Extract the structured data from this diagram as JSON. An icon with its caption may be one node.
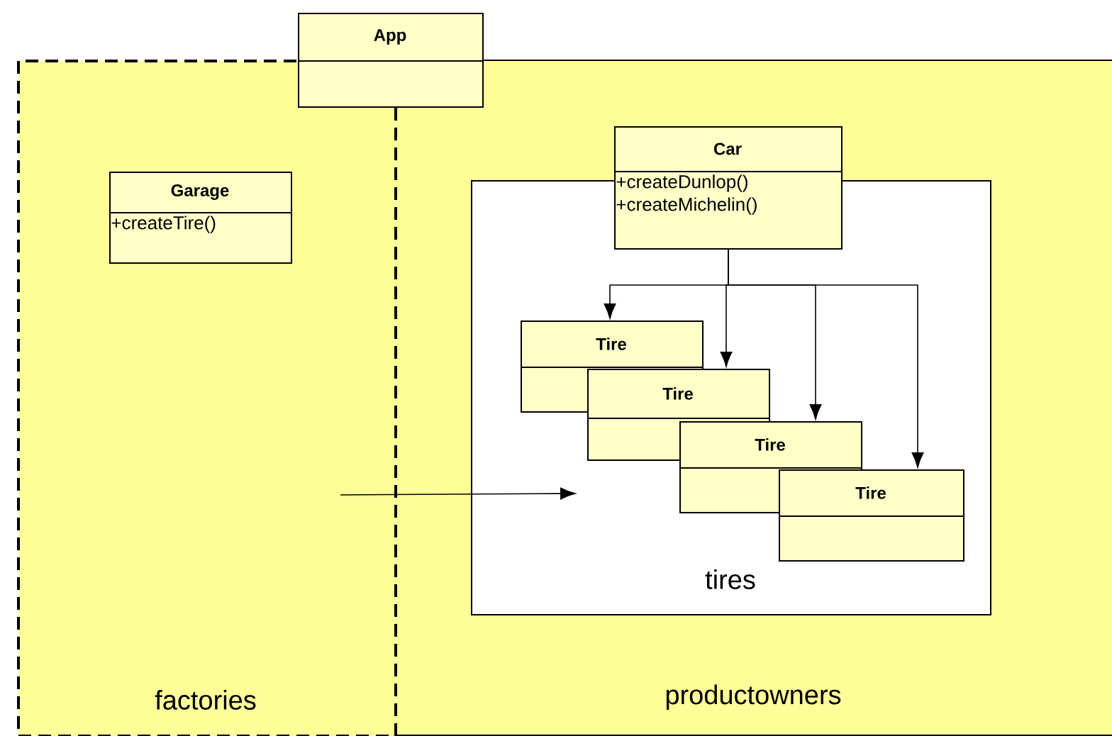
{
  "diagram": {
    "nodes": [
      {
        "text": [
          "factories"
        ]
      },
      {
        "text": [
          "productowners"
        ]
      },
      {
        "text": [
          "App"
        ]
      },
      {
        "text": [
          "Garage",
          "+createTire()"
        ],
        "in": 0
      },
      {
        "text": [
          "tires"
        ],
        "in": 1
      },
      {
        "text": [
          "Car",
          "+createDunlop()",
          "+createMichelin()"
        ],
        "in": 1
      },
      {
        "text": [
          "Tire"
        ],
        "in": 4
      },
      {
        "text": [
          "Tire"
        ],
        "in": 4
      },
      {
        "text": [
          "Tire"
        ],
        "in": 4
      },
      {
        "text": [
          "Tire"
        ],
        "in": 4
      }
    ],
    "edges": [
      {
        "from": 5,
        "to": 6,
        "arrow": "to"
      },
      {
        "from": 5,
        "to": 7,
        "arrow": "to"
      },
      {
        "from": 5,
        "to": 8,
        "arrow": "to"
      },
      {
        "from": 5,
        "to": 9,
        "arrow": "to"
      },
      {
        "from": 0,
        "to": null,
        "arrow": "to"
      }
    ]
  }
}
